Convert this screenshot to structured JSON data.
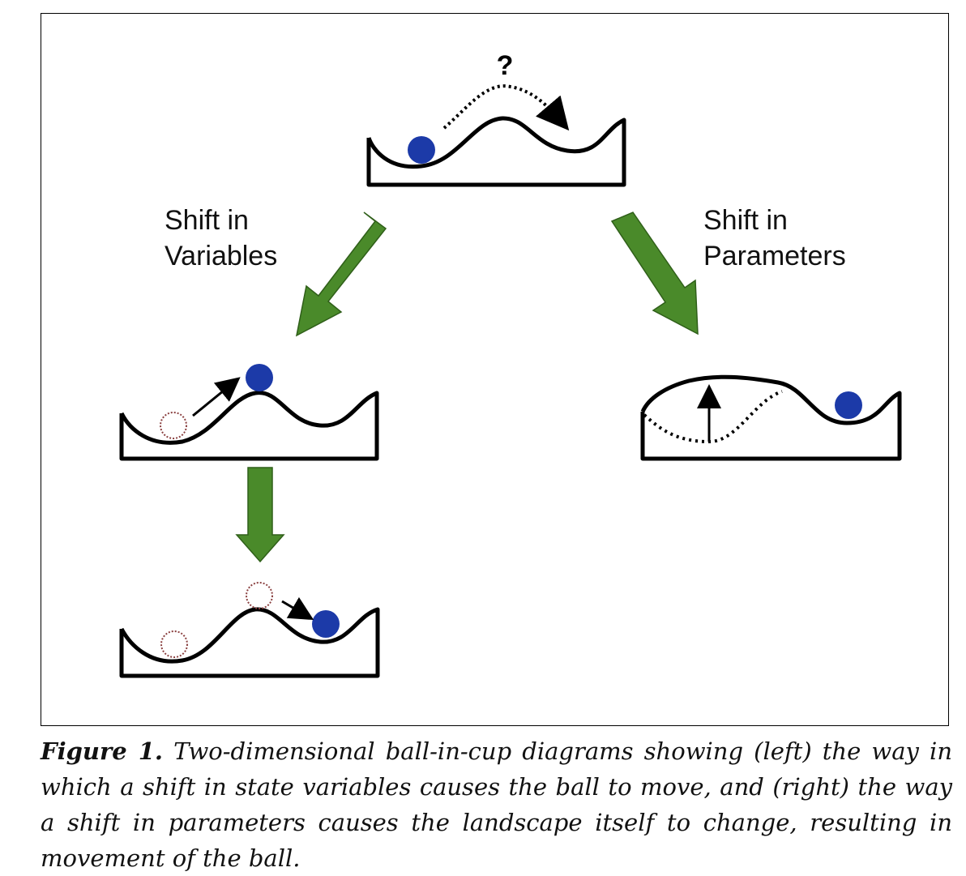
{
  "diagram": {
    "question_mark": "?",
    "left_label_line1": "Shift in",
    "left_label_line2": "Variables",
    "right_label_line1": "Shift in",
    "right_label_line2": "Parameters",
    "colors": {
      "ball": "#1c3aa8",
      "arrow": "#4a8a2a",
      "line": "#000000"
    }
  },
  "caption": {
    "figure_label": "Figure 1.",
    "text": "Two-dimensional ball-in-cup diagrams showing (left) the way in which a shift in state variables causes the ball to move, and (right) the way a shift in parameters causes the landscape itself to change, resulting in movement of the ball."
  }
}
